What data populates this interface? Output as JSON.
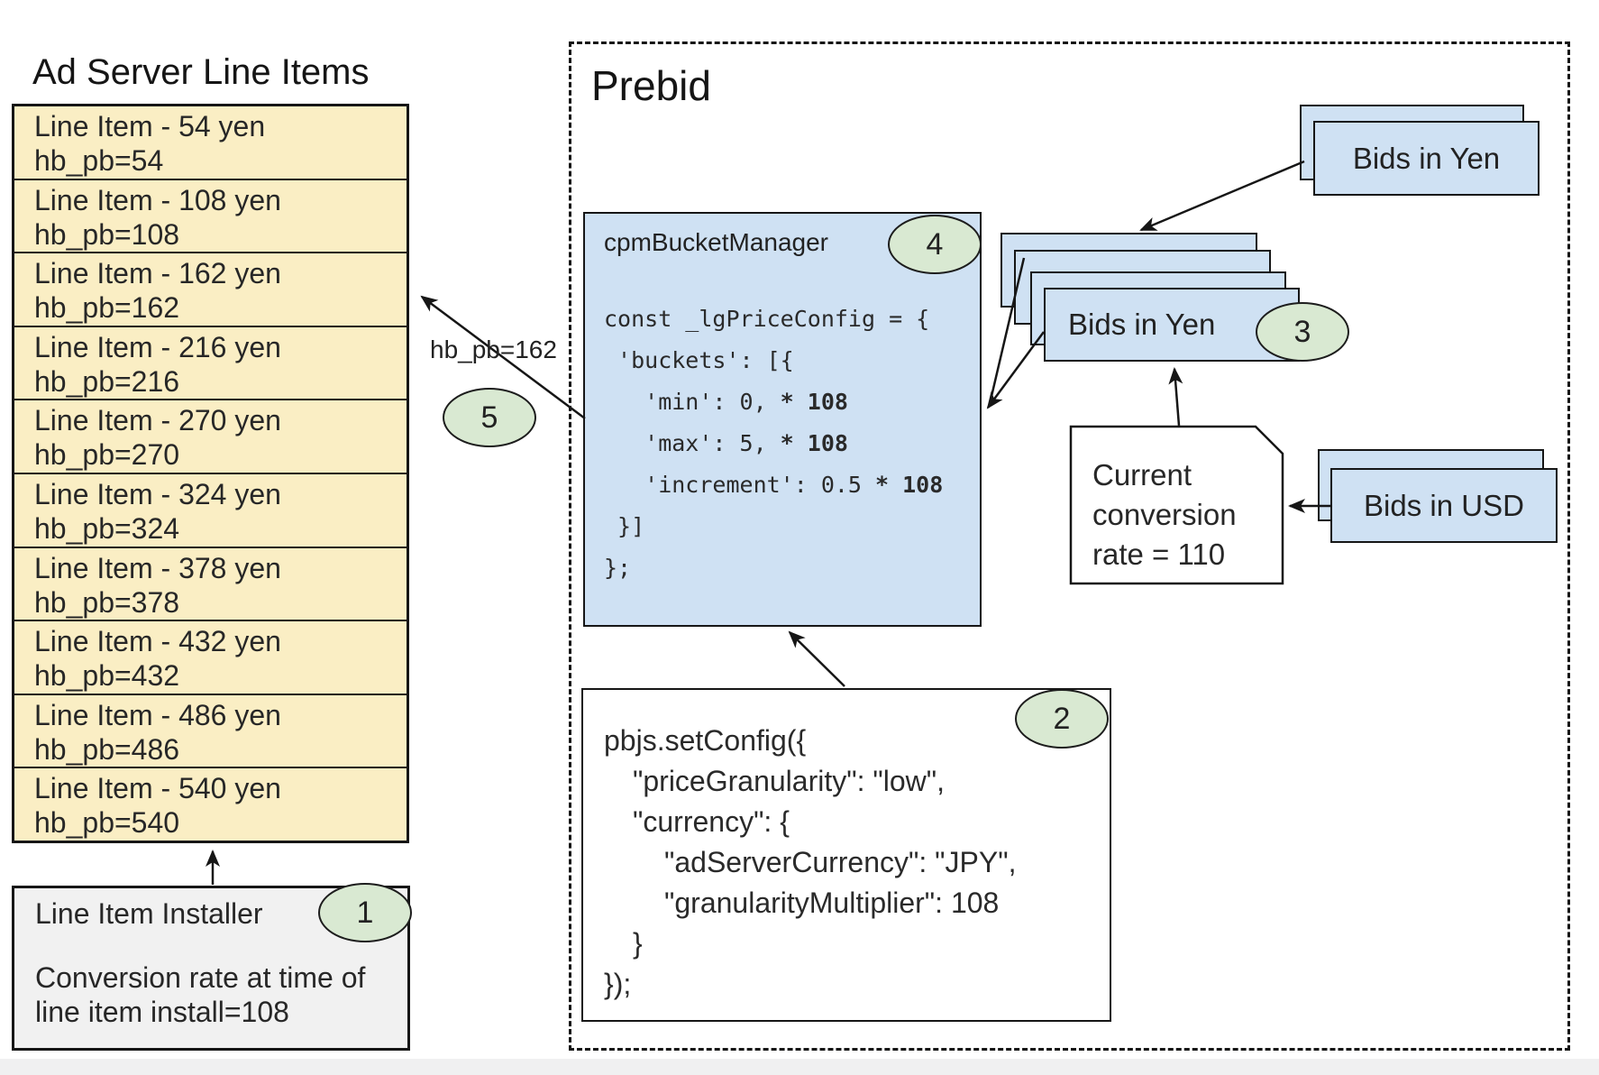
{
  "colors": {
    "card_blue": "#cfe1f3",
    "row_yellow": "#faeec4",
    "badge_green": "#d9e9d2",
    "installer_gray": "#f1f1f1",
    "line_black": "#161616"
  },
  "ad_server": {
    "title": "Ad Server Line Items",
    "line_items": [
      {
        "name": "Line Item - 54 yen",
        "kv": "hb_pb=54"
      },
      {
        "name": "Line Item - 108 yen",
        "kv": "hb_pb=108"
      },
      {
        "name": "Line Item - 162 yen",
        "kv": "hb_pb=162"
      },
      {
        "name": "Line Item - 216 yen",
        "kv": "hb_pb=216"
      },
      {
        "name": "Line Item - 270 yen",
        "kv": "hb_pb=270"
      },
      {
        "name": "Line Item - 324 yen",
        "kv": "hb_pb=324"
      },
      {
        "name": "Line Item - 378 yen",
        "kv": "hb_pb=378"
      },
      {
        "name": "Line Item - 432 yen",
        "kv": "hb_pb=432"
      },
      {
        "name": "Line Item - 486 yen",
        "kv": "hb_pb=486"
      },
      {
        "name": "Line Item - 540 yen",
        "kv": "hb_pb=540"
      }
    ],
    "installer": {
      "title": "Line Item Installer",
      "badge": "1",
      "note1": "Conversion rate at time of",
      "note2": "line item install=108"
    }
  },
  "prebid": {
    "title": "Prebid",
    "cpm_bucket_manager": {
      "label": "cpmBucketManager",
      "badge": "4",
      "code": [
        {
          "t": "const _lgPriceConfig = {",
          "b": ""
        },
        {
          "t": " 'buckets': [{",
          "b": ""
        },
        {
          "t": "   'min': 0, ",
          "b": "* 108"
        },
        {
          "t": "   'max': 5, ",
          "b": "* 108"
        },
        {
          "t": "   'increment': 0.5 ",
          "b": "* 108"
        },
        {
          "t": " }]",
          "b": ""
        },
        {
          "t": "};",
          "b": ""
        }
      ]
    },
    "set_config": {
      "badge": "2",
      "code": [
        {
          "i": 0,
          "t": "pbjs.setConfig({"
        },
        {
          "i": 1,
          "t": "\"priceGranularity\": \"low\","
        },
        {
          "i": 1,
          "t": "\"currency\": {"
        },
        {
          "i": 2,
          "t": "\"adServerCurrency\": \"JPY\","
        },
        {
          "i": 2,
          "t": "\"granularityMultiplier\": 108"
        },
        {
          "i": 1,
          "t": "}"
        },
        {
          "i": 0,
          "t": "});"
        }
      ]
    },
    "bids_in_yen_top": {
      "label": "Bids in Yen"
    },
    "bids_in_yen_stack": {
      "label": "Bids in Yen",
      "badge": "3"
    },
    "bids_in_usd": {
      "label": "Bids in USD"
    },
    "conversion_box": {
      "line1": "Current",
      "line2": "conversion",
      "line3": "rate = 110"
    },
    "arrow_label_hb_pb": "hb_pb=162",
    "badge_5": "5"
  }
}
